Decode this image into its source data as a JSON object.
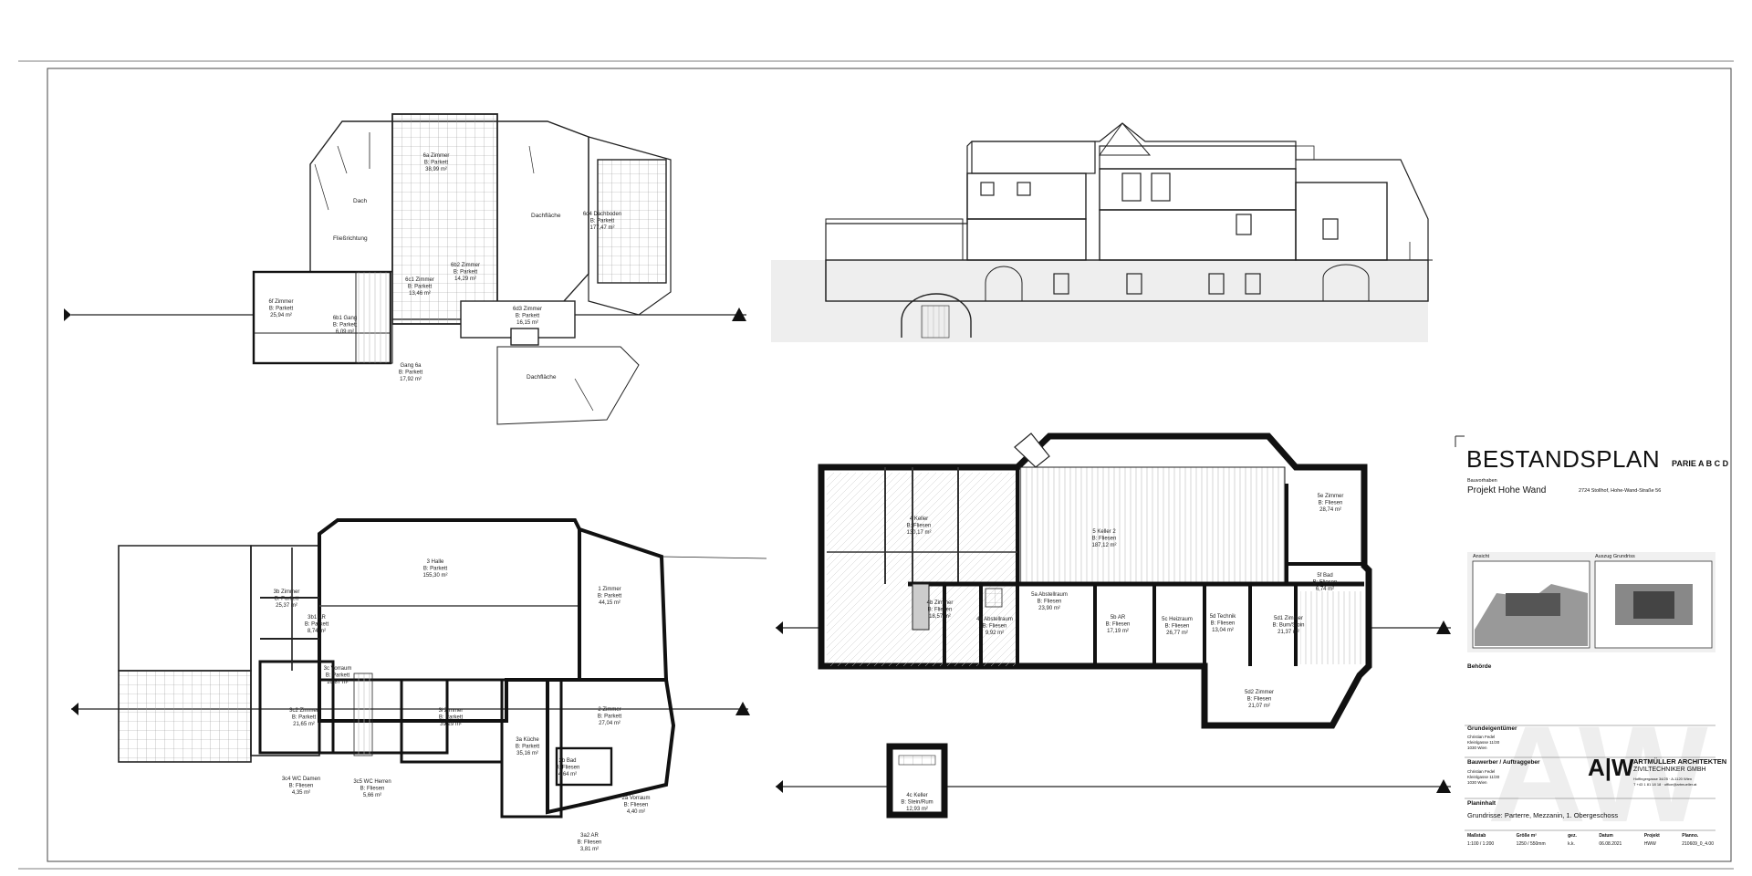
{
  "titleblock": {
    "title": "BESTANDSPLAN",
    "parts": "PARIE A B C D",
    "bauvorhaben_label": "Bauvorhaben",
    "project": "Projekt Hohe Wand",
    "address": "2724 Stollhof, Hohe-Wand-Straße 56",
    "ansicht_label": "Ansicht",
    "auszug_label": "Auszug Grundriss",
    "behoerde_label": "Behörde",
    "owner_label": "Grundeigentümer",
    "owner_name": "Christian Fedel",
    "owner_street": "Kleinlgasse 11/30",
    "owner_city": "1030 Wien",
    "client_label": "Bauwerber / Auftraggeber",
    "client_name": "Christian Fedel",
    "client_street": "Kleinlgasse 11/30",
    "client_city": "1030 Wien",
    "firm_name": "ARTMÜLLER ARCHITEKTEN",
    "firm_sub": "ZIVILTECHNIKER GMBH",
    "firm_address": "Hoffingergasse 34/25 · A-1120 Wien",
    "firm_contact": "T +43 1 81 18 18 · office@artmueller.at",
    "content_label": "Planinhalt",
    "content": "Grundrisse: Parterre, Mezzanin, 1. Obergeschoss",
    "meta": [
      {
        "label": "Maßstab",
        "value": "1:100 / 1:200"
      },
      {
        "label": "Größe m²",
        "value": "1250 / 550mm"
      },
      {
        "label": "gez.",
        "value": "k.k."
      },
      {
        "label": "Datum",
        "value": "06.08.2021"
      },
      {
        "label": "Projekt",
        "value": "HWW"
      },
      {
        "label": "Planno.",
        "value": "210609_0_4.00"
      }
    ]
  },
  "section_labels": {
    "dach": "Dach",
    "fliess": "Fließrichtung",
    "dachflaeche": "Dachfläche"
  },
  "rooms": [
    {
      "id": "r6a",
      "name": "6a Zimmer",
      "floor": "B: Parkett",
      "area": "38,99 m²"
    },
    {
      "id": "r6d4",
      "name": "6d4 Dachboden",
      "floor": "B: Parkett",
      "area": "177,47 m²"
    },
    {
      "id": "r6c1",
      "name": "6c1 Zimmer",
      "floor": "B: Parkett",
      "area": "13,46 m²"
    },
    {
      "id": "r6b2",
      "name": "6b2 Zimmer",
      "floor": "B: Parkett",
      "area": "14,29 m²"
    },
    {
      "id": "r6d3",
      "name": "6d3 Zimmer",
      "floor": "B: Parkett",
      "area": "16,15 m²"
    },
    {
      "id": "r6f",
      "name": "6f Zimmer",
      "floor": "B: Parkett",
      "area": "25,94 m²"
    },
    {
      "id": "r6b1",
      "name": "6b1 Gang",
      "floor": "B: Parkett",
      "area": "6,09 m²"
    },
    {
      "id": "r6g",
      "name": "Gang 6a",
      "floor": "B: Parkett",
      "area": "17,92 m²"
    },
    {
      "id": "r3",
      "name": "3 Halle",
      "floor": "B: Parkett",
      "area": "155,30 m²"
    },
    {
      "id": "r1",
      "name": "1 Zimmer",
      "floor": "B: Parkett",
      "area": "44,15 m²"
    },
    {
      "id": "r3b1",
      "name": "3b1 AR",
      "floor": "B: Parkett",
      "area": "8,74 m²"
    },
    {
      "id": "r3b",
      "name": "3b Zimmer",
      "floor": "B: Parkett",
      "area": "25,37 m²"
    },
    {
      "id": "r3c",
      "name": "3c Vorraum",
      "floor": "B: Parkett",
      "area": "10,87 m²"
    },
    {
      "id": "r3c2",
      "name": "3c2 Zimmer",
      "floor": "B: Parkett",
      "area": "21,65 m²"
    },
    {
      "id": "r3i",
      "name": "3i Zimmer",
      "floor": "B: Parkett",
      "area": "39,29 m²"
    },
    {
      "id": "r3a",
      "name": "3a Küche",
      "floor": "B: Parkett",
      "area": "35,16 m²"
    },
    {
      "id": "r2",
      "name": "2 Zimmer",
      "floor": "B: Parkett",
      "area": "27,04 m²"
    },
    {
      "id": "r2b",
      "name": "2b Bad",
      "floor": "B: Fliesen",
      "area": "4,64 m²"
    },
    {
      "id": "r2a",
      "name": "2a Vorraum",
      "floor": "B: Fliesen",
      "area": "4,40 m²"
    },
    {
      "id": "r3a2",
      "name": "3a2 AR",
      "floor": "B: Fliesen",
      "area": "3,81 m²"
    },
    {
      "id": "r3c4",
      "name": "3c4 WC Damen",
      "floor": "B: Fliesen",
      "area": "4,35 m²"
    },
    {
      "id": "r3c5",
      "name": "3c5 WC Herren",
      "floor": "B: Fliesen",
      "area": "5,66 m²"
    },
    {
      "id": "r4",
      "name": "4 Keller",
      "floor": "B: Fliesen",
      "area": "130,17 m²"
    },
    {
      "id": "r5",
      "name": "5 Keller 2",
      "floor": "B: Fliesen",
      "area": "187,12 m²"
    },
    {
      "id": "r5e",
      "name": "5e Zimmer",
      "floor": "B: Fliesen",
      "area": "28,74 m²"
    },
    {
      "id": "r5f",
      "name": "5f Bad",
      "floor": "B: Fliesen",
      "area": "6,74 m²"
    },
    {
      "id": "r4b",
      "name": "4b Zimmer",
      "floor": "B: Fliesen",
      "area": "18,57 m²"
    },
    {
      "id": "r4a",
      "name": "4a Abstellraum",
      "floor": "B: Fliesen",
      "area": "9,92 m²"
    },
    {
      "id": "r5a",
      "name": "5a Abstellraum",
      "floor": "B: Fliesen",
      "area": "23,90 m²"
    },
    {
      "id": "r5b",
      "name": "5b AR",
      "floor": "B: Fliesen",
      "area": "17,19 m²"
    },
    {
      "id": "r5c",
      "name": "5c Heizraum",
      "floor": "B: Fliesen",
      "area": "26,77 m²"
    },
    {
      "id": "r5d",
      "name": "5d Technik",
      "floor": "B: Fliesen",
      "area": "13,04 m²"
    },
    {
      "id": "r5d1",
      "name": "5d1 Zimmer",
      "floor": "B: Bum/Stoin",
      "area": "21,37 m²"
    },
    {
      "id": "r5d2",
      "name": "5d2 Zimmer",
      "floor": "B: Fliesen",
      "area": "21,07 m²"
    },
    {
      "id": "r4c",
      "name": "4c Keller",
      "floor": "B: Stein/Rum",
      "area": "12,93 m²"
    }
  ]
}
